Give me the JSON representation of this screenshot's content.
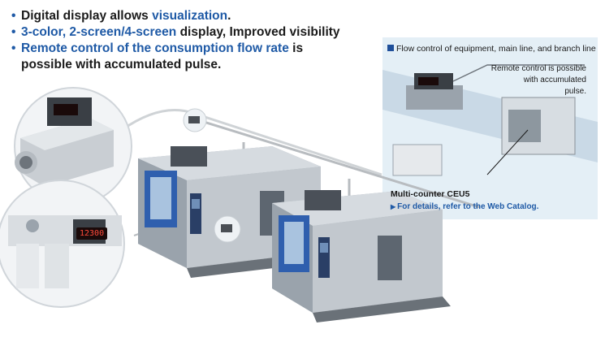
{
  "bullets": {
    "b1": {
      "t1": "Digital display allows ",
      "t2": "visualization",
      "t3": "."
    },
    "b2": {
      "t1": "3-color, 2-screen/4-screen",
      "t2": " display, Improved visibility"
    },
    "b3": {
      "t1": "Remote control of the consumption flow rate",
      "t2": " is",
      "t3": "possible with accumulated pulse."
    }
  },
  "panel": {
    "title": "Flow control of equipment, main line, and branch line",
    "remote": [
      "Remote control is possible",
      "with accumulated",
      "pulse."
    ],
    "counter": "Multi-counter CEU5",
    "details": "For details, refer to the Web Catalog."
  },
  "icons": {
    "bullet": "bullet-dot",
    "arrow": "right-triangle-icon",
    "square": "square-icon"
  },
  "colors": {
    "accent": "#1f5aa6",
    "panel_bg": "#e4eff6",
    "machine_blue": "#2f5fae"
  },
  "display": {
    "value": "12300"
  }
}
